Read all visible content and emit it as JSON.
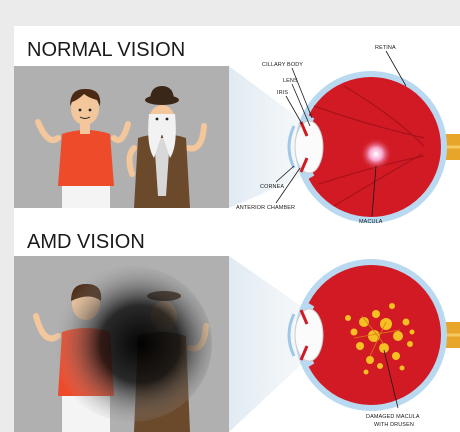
{
  "sections": [
    {
      "heading": "NORMAL VISION",
      "labels": {
        "retina": "RETINA",
        "ciliary_body": "CILLARY BODY",
        "lens": "LENS",
        "iris": "IRIS",
        "cornea": "CORNEA",
        "anterior_chamber": "ANTERIOR CHAMBER",
        "macula": "MACULA"
      }
    },
    {
      "heading": "AMD VISION",
      "labels": {
        "damaged_macula_1": "DAMAGED MACULA",
        "damaged_macula_2": "WITH DRUSEN"
      }
    }
  ],
  "colors": {
    "eye_red": "#d21a24",
    "sclera_blue": "#b9d9f1",
    "photo_bg": "#b0b0b0",
    "shirt": "#ee4b2b",
    "coat": "#6b4a2c",
    "drusen": "#f5c022"
  }
}
